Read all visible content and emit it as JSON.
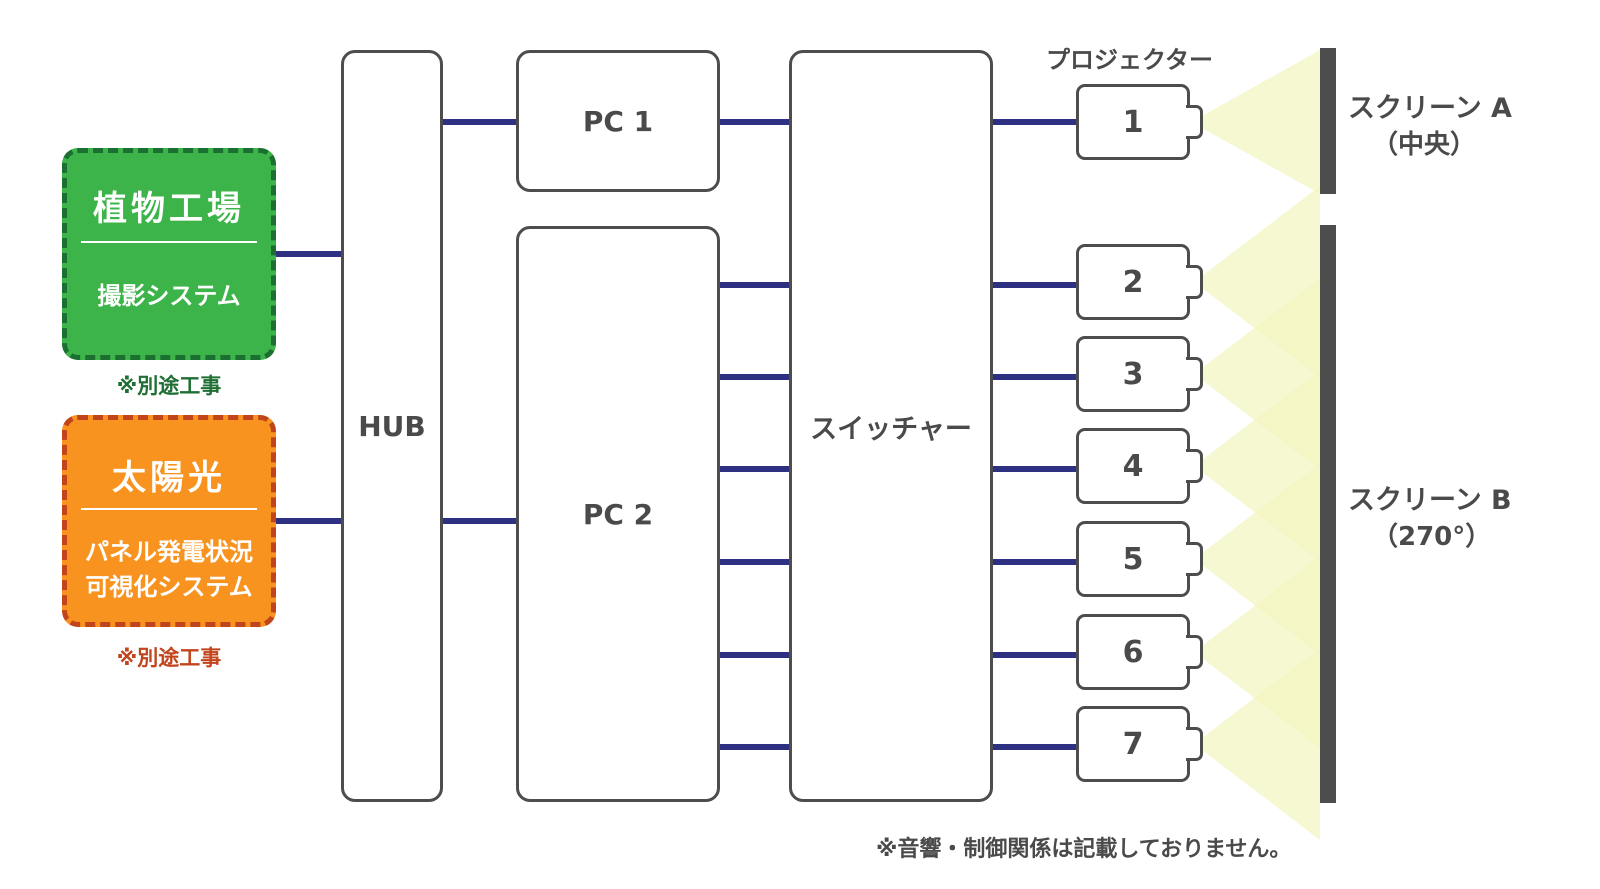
{
  "sources": {
    "plant": {
      "title": "植物工場",
      "subtitle": "撮影システム",
      "note": "※別途工事",
      "fill": "#3cb44a",
      "dash": "#1b6f31",
      "note_color": "#1f6e33"
    },
    "solar": {
      "title": "太陽光",
      "subtitle_line1": "パネル発電状況",
      "subtitle_line2": "可視化システム",
      "note": "※別途工事",
      "fill": "#f7931e",
      "dash": "#c1441d",
      "note_color": "#c1441d"
    }
  },
  "devices": {
    "hub": "HUB",
    "pc1": "PC 1",
    "pc2": "PC 2",
    "switcher": "スイッチャー"
  },
  "projectors": {
    "heading": "プロジェクター",
    "items": [
      "1",
      "2",
      "3",
      "4",
      "5",
      "6",
      "7"
    ]
  },
  "screens": {
    "a": {
      "name": "スクリーン A",
      "detail": "（中央）"
    },
    "b": {
      "name": "スクリーン B",
      "detail": "（270°）"
    }
  },
  "footnote": "※音響・制御関係は記載しておりません。",
  "colors": {
    "line": "#2e3182",
    "border": "#4d4d4d",
    "beam": "#f5f6c8"
  }
}
